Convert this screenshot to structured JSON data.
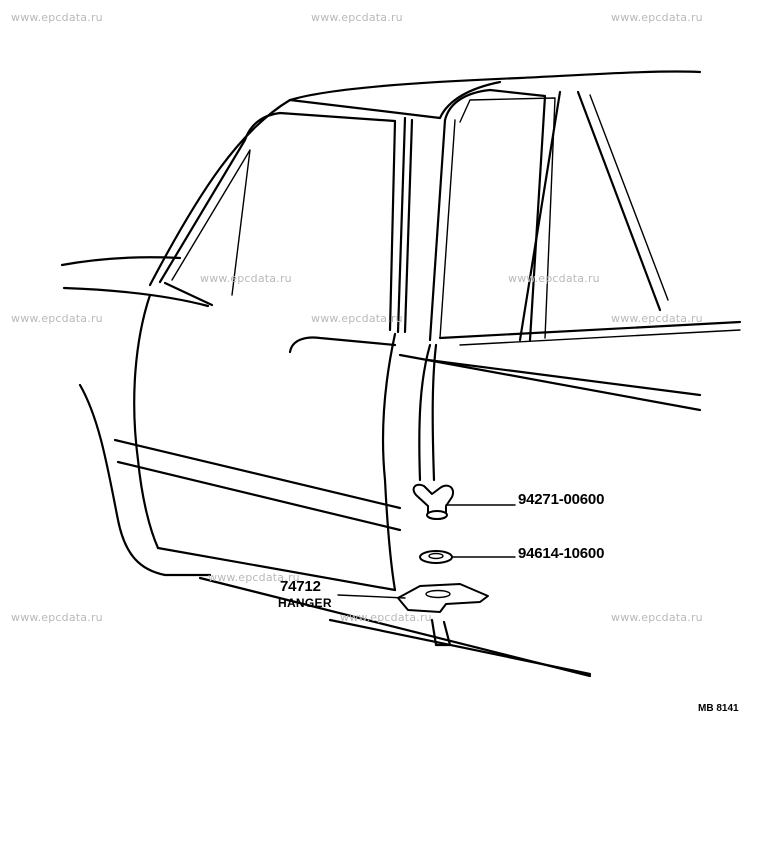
{
  "watermark": "www.epcdata.ru",
  "parts": [
    {
      "number": "94271-00600",
      "name": ""
    },
    {
      "number": "94614-10600",
      "name": ""
    },
    {
      "number": "74712",
      "name": "HANGER"
    }
  ],
  "diagram_code": "MB 8141"
}
